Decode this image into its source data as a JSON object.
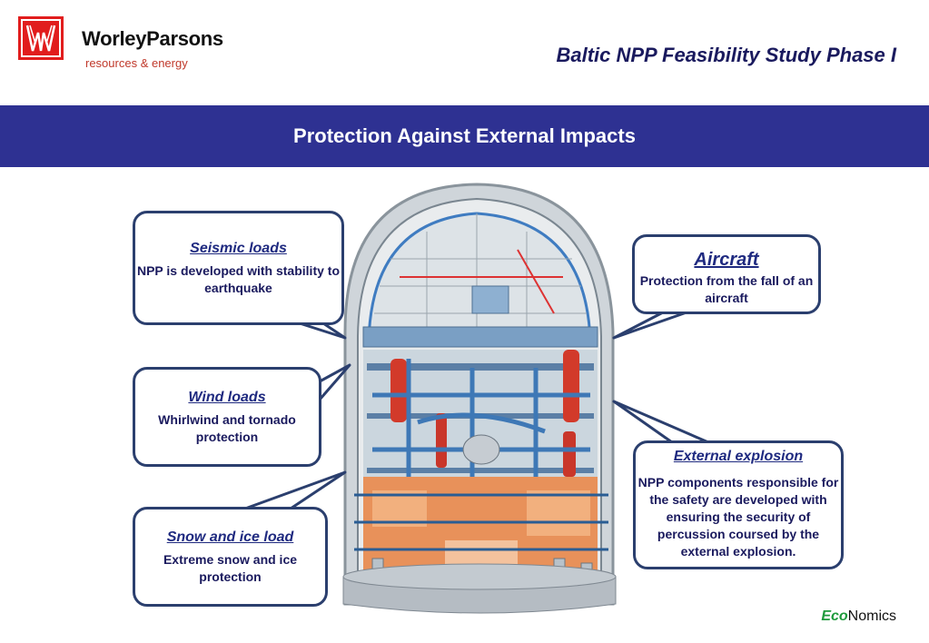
{
  "header": {
    "brand": "WorleyParsons",
    "brand_sub": "resources & energy",
    "doc_title": "Baltic NPP Feasibility Study Phase I"
  },
  "band": {
    "title": "Protection Against External Impacts"
  },
  "callouts": {
    "seismic": {
      "title": "Seismic loads",
      "body": "NPP is developed with stability to earthquake"
    },
    "wind": {
      "title": "Wind loads",
      "body": "Whirlwind and tornado protection"
    },
    "snow": {
      "title": "Snow and ice load",
      "body": "Extreme snow and ice protection"
    },
    "aircraft": {
      "title": "Aircraft",
      "body": "Protection from the fall of an aircraft"
    },
    "explosion": {
      "title": "External explosion",
      "body": "NPP components responsible for the safety are developed with ensuring the security of percussion coursed by the external explosion."
    }
  },
  "footer": {
    "eco": "Eco",
    "nomics": "Nomics"
  },
  "colors": {
    "band": "#2e3192",
    "logo_red": "#e11d1d",
    "callout_border": "#2b3f6e",
    "text_navy": "#1a1a5e"
  }
}
